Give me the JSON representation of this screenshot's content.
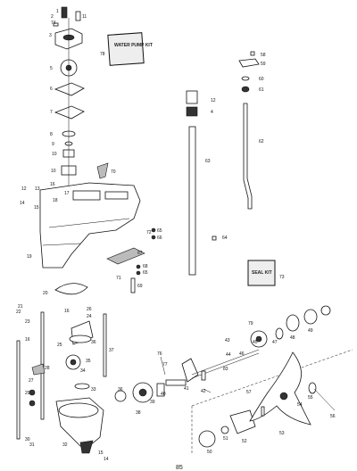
{
  "page_number": "85",
  "kits": {
    "water_pump_kit": "WATER PUMP KIT",
    "seal_kit": "SEAL KIT"
  },
  "callouts": [
    {
      "id": "c1",
      "text": "1"
    },
    {
      "id": "c2",
      "text": "2"
    },
    {
      "id": "c74",
      "text": "74"
    },
    {
      "id": "c11",
      "text": "11"
    },
    {
      "id": "c3",
      "text": "3"
    },
    {
      "id": "c78",
      "text": "78"
    },
    {
      "id": "c5",
      "text": "5"
    },
    {
      "id": "c6",
      "text": "6"
    },
    {
      "id": "c7",
      "text": "7"
    },
    {
      "id": "c8",
      "text": "8"
    },
    {
      "id": "c9",
      "text": "9"
    },
    {
      "id": "c10a",
      "text": "10"
    },
    {
      "id": "c10b",
      "text": "10"
    },
    {
      "id": "c70",
      "text": "70"
    },
    {
      "id": "c58",
      "text": "58"
    },
    {
      "id": "c59",
      "text": "59"
    },
    {
      "id": "c60",
      "text": "60"
    },
    {
      "id": "c61",
      "text": "61"
    },
    {
      "id": "c12b",
      "text": "12"
    },
    {
      "id": "c4",
      "text": "4"
    },
    {
      "id": "c62",
      "text": "62"
    },
    {
      "id": "c63",
      "text": "63"
    },
    {
      "id": "c64",
      "text": "64"
    },
    {
      "id": "c12a",
      "text": "12"
    },
    {
      "id": "c13",
      "text": "13"
    },
    {
      "id": "c14a",
      "text": "14"
    },
    {
      "id": "c15a",
      "text": "15"
    },
    {
      "id": "c16a",
      "text": "16"
    },
    {
      "id": "c17",
      "text": "17"
    },
    {
      "id": "c18",
      "text": "18"
    },
    {
      "id": "c72",
      "text": "72"
    },
    {
      "id": "c65a",
      "text": "65"
    },
    {
      "id": "c66",
      "text": "66"
    },
    {
      "id": "c19",
      "text": "19"
    },
    {
      "id": "c67",
      "text": "67"
    },
    {
      "id": "c68",
      "text": "68"
    },
    {
      "id": "c65b",
      "text": "65"
    },
    {
      "id": "c71",
      "text": "71"
    },
    {
      "id": "c69",
      "text": "69"
    },
    {
      "id": "c73",
      "text": "73"
    },
    {
      "id": "c20",
      "text": "20"
    },
    {
      "id": "c21",
      "text": "21"
    },
    {
      "id": "c22",
      "text": "22"
    },
    {
      "id": "c16b",
      "text": "16"
    },
    {
      "id": "c26",
      "text": "26"
    },
    {
      "id": "c24",
      "text": "24"
    },
    {
      "id": "c23",
      "text": "23"
    },
    {
      "id": "c16c",
      "text": "16"
    },
    {
      "id": "c25",
      "text": "25"
    },
    {
      "id": "c36a",
      "text": "36"
    },
    {
      "id": "c37",
      "text": "37"
    },
    {
      "id": "c35",
      "text": "35"
    },
    {
      "id": "c34",
      "text": "34"
    },
    {
      "id": "c28",
      "text": "28"
    },
    {
      "id": "c27",
      "text": "27"
    },
    {
      "id": "c33",
      "text": "33"
    },
    {
      "id": "c30",
      "text": "30"
    },
    {
      "id": "c31",
      "text": "31"
    },
    {
      "id": "c32",
      "text": "32"
    },
    {
      "id": "c15b",
      "text": "15"
    },
    {
      "id": "c14b",
      "text": "14"
    },
    {
      "id": "c36b",
      "text": "36"
    },
    {
      "id": "c38",
      "text": "38"
    },
    {
      "id": "c39",
      "text": "39"
    },
    {
      "id": "c40",
      "text": "40"
    },
    {
      "id": "c41",
      "text": "41"
    },
    {
      "id": "c42",
      "text": "42"
    },
    {
      "id": "c43",
      "text": "43"
    },
    {
      "id": "c44",
      "text": "44"
    },
    {
      "id": "c45",
      "text": "45"
    },
    {
      "id": "c46",
      "text": "46"
    },
    {
      "id": "c47",
      "text": "47"
    },
    {
      "id": "c48",
      "text": "48"
    },
    {
      "id": "c49",
      "text": "49"
    },
    {
      "id": "c50",
      "text": "50"
    },
    {
      "id": "c51",
      "text": "51"
    },
    {
      "id": "c52",
      "text": "52"
    },
    {
      "id": "c53",
      "text": "53"
    },
    {
      "id": "c54",
      "text": "54"
    },
    {
      "id": "c55",
      "text": "55"
    },
    {
      "id": "c56",
      "text": "56"
    },
    {
      "id": "c57",
      "text": "57"
    },
    {
      "id": "c76",
      "text": "76"
    },
    {
      "id": "c77",
      "text": "77"
    },
    {
      "id": "c79",
      "text": "79"
    },
    {
      "id": "c83",
      "text": "83"
    },
    {
      "id": "c29",
      "text": "29"
    }
  ]
}
